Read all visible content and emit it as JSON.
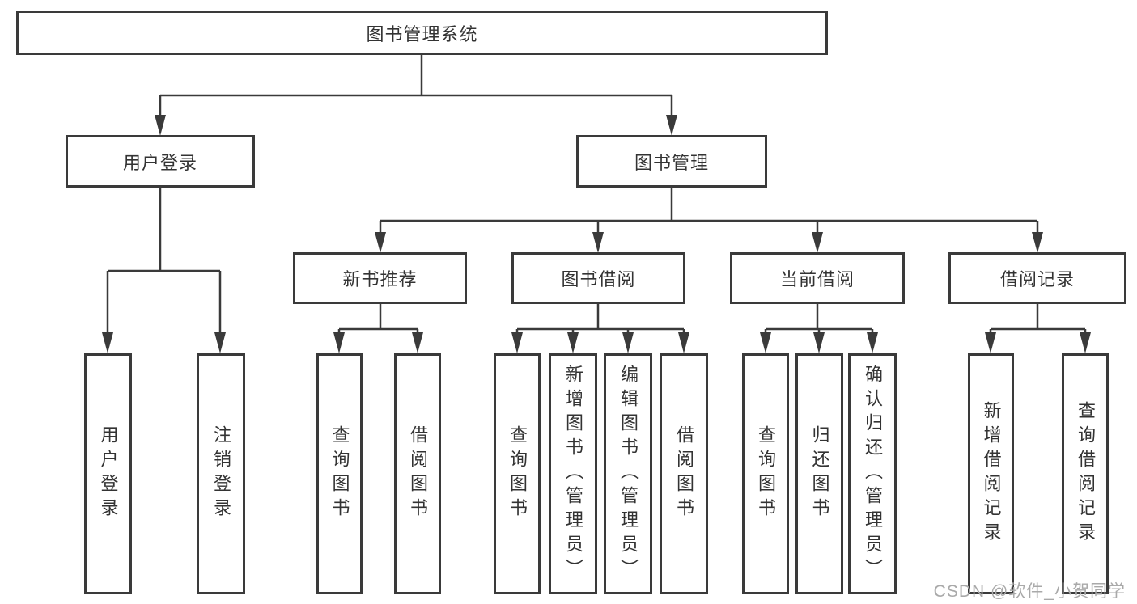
{
  "tree": {
    "label": "图书管理系统",
    "children": [
      {
        "label": "用户登录",
        "children": [
          {
            "label": "用户登录"
          },
          {
            "label": "注销登录"
          }
        ]
      },
      {
        "label": "图书管理",
        "children": [
          {
            "label": "新书推荐",
            "children": [
              {
                "label": "查询图书"
              },
              {
                "label": "借阅图书"
              }
            ]
          },
          {
            "label": "图书借阅",
            "children": [
              {
                "label": "查询图书"
              },
              {
                "label": "新增图书（管理员）"
              },
              {
                "label": "编辑图书（管理员）"
              },
              {
                "label": "借阅图书"
              }
            ]
          },
          {
            "label": "当前借阅",
            "children": [
              {
                "label": "查询图书"
              },
              {
                "label": "归还图书"
              },
              {
                "label": "确认归还（管理员）"
              }
            ]
          },
          {
            "label": "借阅记录",
            "children": [
              {
                "label": "新增借阅记录"
              },
              {
                "label": "查询借阅记录"
              }
            ]
          }
        ]
      }
    ]
  },
  "watermark": "CSDN @软件_小贺同学",
  "colors": {
    "line": "#3a3a3a",
    "box_border": "#3a3a3a",
    "text": "#333333",
    "watermark": "#a9a9a9",
    "background": "#ffffff"
  }
}
